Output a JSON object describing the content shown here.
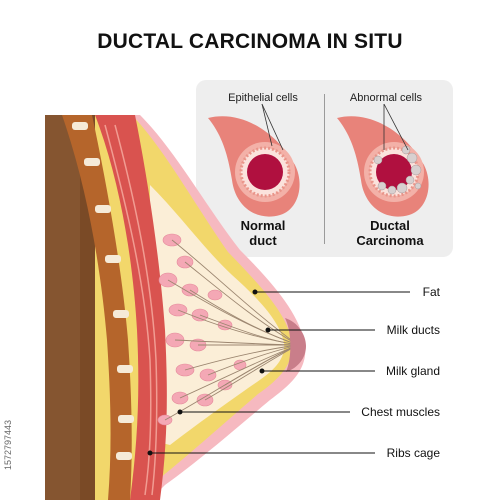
{
  "title": "DUCTAL CARCINOMA IN SITU",
  "inset": {
    "normal": {
      "cell_label": "Epithelial cells",
      "line1": "Normal",
      "line2": "duct"
    },
    "abnormal": {
      "cell_label": "Abnormal cells",
      "line1": "Ductal",
      "line2": "Carcinoma"
    }
  },
  "labels": {
    "fat": "Fat",
    "milk_ducts": "Milk ducts",
    "milk_gland": "Milk gland",
    "chest_muscles": "Chest muscles",
    "ribs_cage": "Ribs cage"
  },
  "side_text": "1572797443",
  "colors": {
    "skin": "#7a4a26",
    "muscle": "#d9534f",
    "fat": "#f2d76b",
    "tissue": "#fbeed7",
    "gland": "#f4a8b5",
    "duct_wall": "#e8837a",
    "lumen": "#b0103f",
    "inset_bg": "#eeeeee"
  }
}
